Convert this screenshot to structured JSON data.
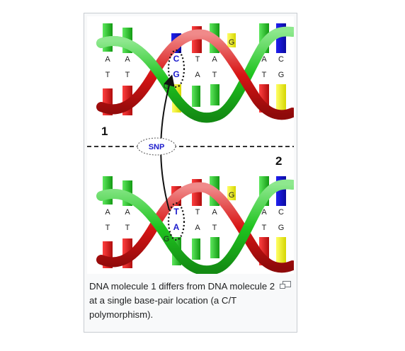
{
  "figure": {
    "molecule_1_label": "1",
    "molecule_2_label": "2",
    "snp_label": "SNP",
    "strand_1_top_letters": [
      "A",
      "A",
      "C",
      "T",
      "A",
      "G",
      "A",
      "C"
    ],
    "strand_1_bottom_letters": [
      "T",
      "T",
      "G",
      "G",
      "A",
      "T",
      "T",
      "G"
    ],
    "strand_2_top_letters": [
      "A",
      "A",
      "T",
      "T",
      "A",
      "G",
      "A",
      "C"
    ],
    "strand_2_bottom_letters": [
      "T",
      "T",
      "A",
      "G",
      "A",
      "T",
      "T",
      "G"
    ],
    "colors": {
      "base_A": "#1fc41f",
      "base_T": "#e01010",
      "base_C": "#1010e0",
      "base_G": "#f2f200",
      "backbone_green": "#1a9e1a",
      "backbone_red": "#c81010",
      "snp_letter": "#1a1acc"
    }
  },
  "caption": {
    "text": "DNA molecule 1 differs from DNA molecule 2 at a single base-pair location (a C/T polymorphism)."
  },
  "magnify_icon": "magnify-icon"
}
